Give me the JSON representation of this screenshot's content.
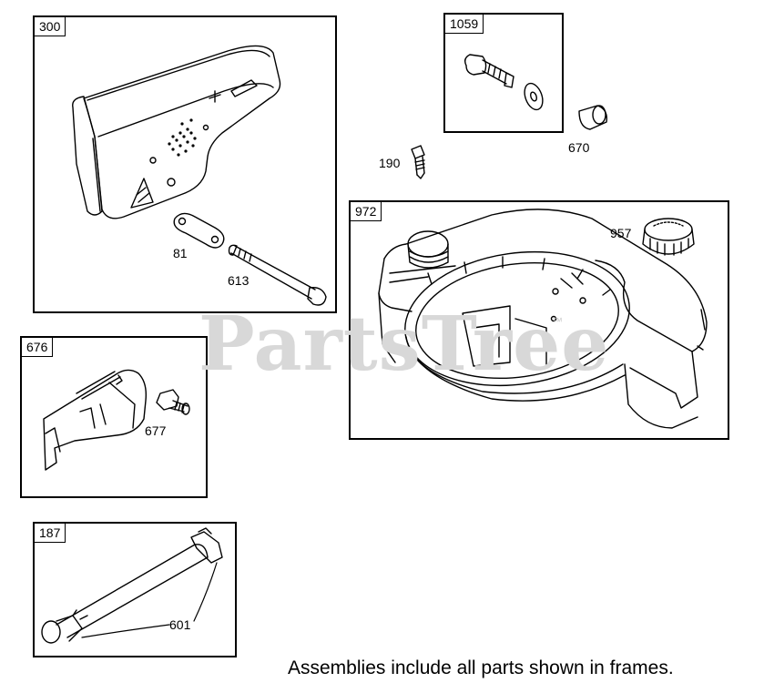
{
  "frames": [
    {
      "id": "300"
    },
    {
      "id": "1059"
    },
    {
      "id": "972"
    },
    {
      "id": "676"
    },
    {
      "id": "187"
    }
  ],
  "labels": {
    "p81": "81",
    "p613": "613",
    "p670": "670",
    "p190": "190",
    "p957": "957",
    "p677": "677",
    "p601": "601"
  },
  "watermark": "PartsTree",
  "watermark_tm": "™",
  "caption": "Assemblies include all parts shown in frames."
}
